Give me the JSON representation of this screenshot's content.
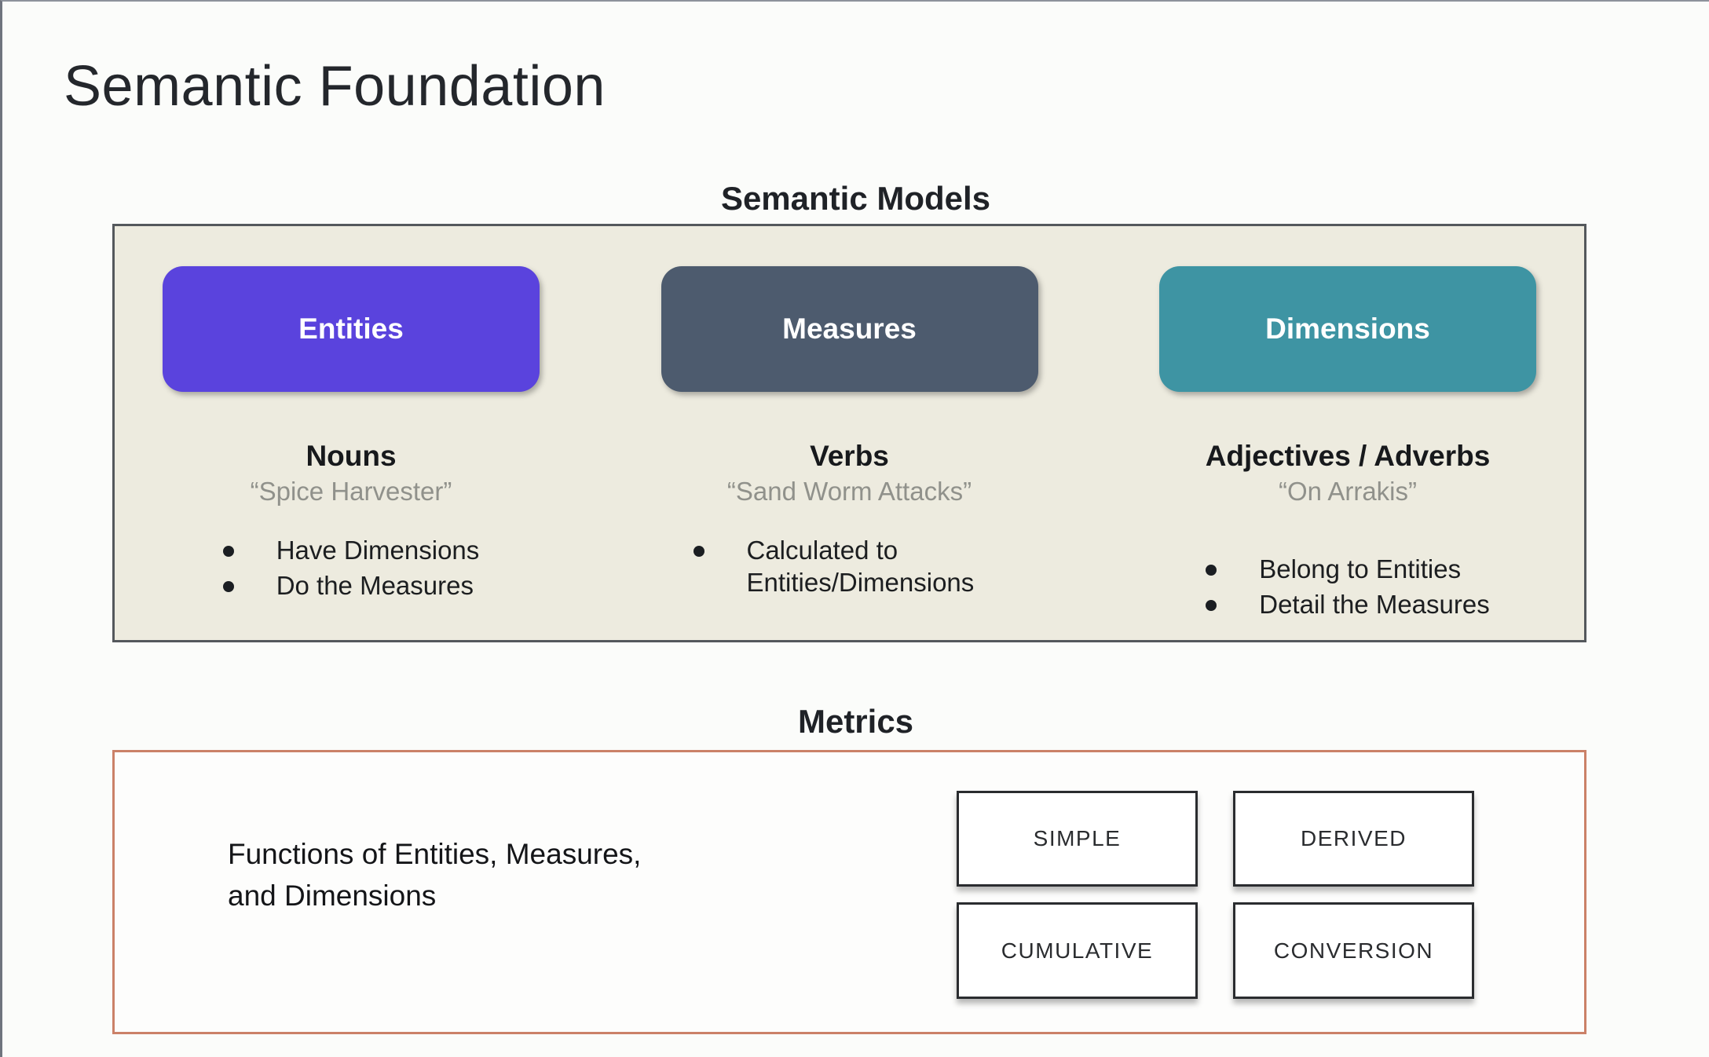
{
  "slide": {
    "title": "Semantic Foundation"
  },
  "semantic_models": {
    "label": "Semantic Models",
    "panel_bg": "#edebdf",
    "panel_border_color": "#54585c",
    "columns": [
      {
        "button": "Entities",
        "button_color": "#5a43dd",
        "heading": "Nouns",
        "quote": "“Spice Harvester”",
        "bullets": [
          "Have Dimensions",
          "Do the Measures"
        ]
      },
      {
        "button": "Measures",
        "button_color": "#4d5b6e",
        "heading": "Verbs",
        "quote": "“Sand Worm Attacks”",
        "bullets": [
          "Calculated to Entities/Dimensions"
        ]
      },
      {
        "button": "Dimensions",
        "button_color": "#3e94a3",
        "heading": "Adjectives / Adverbs",
        "quote": "“On Arrakis”",
        "bullets": [
          "Belong to Entities",
          "Detail the Measures"
        ]
      }
    ]
  },
  "metrics": {
    "label": "Metrics",
    "border_color": "#cb8168",
    "description": "Functions of Entities, Measures, and Dimensions",
    "types": [
      "SIMPLE",
      "DERIVED",
      "CUMULATIVE",
      "CONVERSION"
    ]
  }
}
